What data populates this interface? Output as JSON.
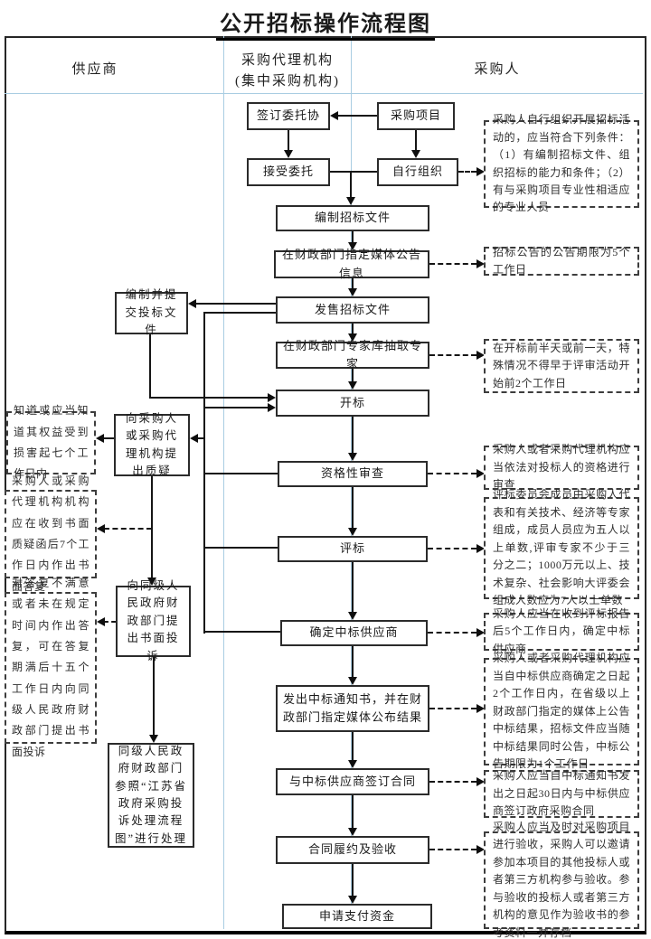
{
  "title": "公开招标操作流程图",
  "columns": {
    "supplier": "供应商",
    "agency_line1": "采购代理机构",
    "agency_line2": "(集中采购机构)",
    "purchaser": "采购人"
  },
  "flow": {
    "sign_agreement": "签订委托协",
    "project": "采购项目",
    "accept_entrust": "接受委托",
    "self_organize": "自行组织",
    "prepare_docs": "编制招标文件",
    "announce_media": "在财政部门指定媒体公告信息",
    "sell_docs": "发售招标文件",
    "draw_experts": "在财政部门专家库抽取专家",
    "open_bid": "开标",
    "qualification_review": "资格性审查",
    "evaluation": "评标",
    "determine_winner": "确定中标供应商",
    "issue_notice": "发出中标通知书，并在财政部门指定媒体公布结果",
    "sign_contract": "与中标供应商签订合同",
    "performance_acceptance": "合同履约及验收",
    "apply_payment": "申请支付资金"
  },
  "supplier_flow": {
    "bid_docs": "编制并提交投标文件",
    "raise_query": "向采购人或采购代理机构提出质疑",
    "written_complaint": "向同级人民政府财政部门提出书面投诉",
    "handle_complaint": "同级人民政府财政部门参照“江苏省政府采购投诉处理流程图”进行处理"
  },
  "left_notes": [
    "知道或应当知道其权益受到损害起七个工作日内",
    "采购人或采购代理机构机构应在收到书面质疑函后7个工作日内作出书面答复",
    "对答复不满意或者未在规定时间内作出答复，可在答复期满后十五个工作日内向同级人民政府财政部门提出书面投诉"
  ],
  "right_notes": [
    "采购人自行组织开展招标活动的，应当符合下列条件：（1）有编制招标文件、组织招标的能力和条件；（2）有与采购项目专业性相适应的专业人员",
    "招标公告的公告期限为5个工作日",
    "在开标前半天或前一天，特殊情况不得早于评审活动开始前2个工作日",
    "采购人或者采购代理机构应当依法对投标人的资格进行审查",
    "评标委员会成员由采购人代表和有关技术、经济等专家组成，成员人员应为五人以上单数,评审专家不少于三分之二；1000万元以上、技术复杂、社会影响大评委会组成人数应为7人以上单数",
    "采购人应当在收到评标报告后5个工作日内，确定中标供应商",
    "采购人或者采购代理机构应当自中标供应商确定之日起2个工作日内，在省级以上财政部门指定的媒体上公告中标结果，招标文件应当随中标结果同时公告，中标公告期限为1个工作日",
    "采购人应当自中标通知书发出之日起30日内与中标供应商签订政府采购合同",
    "采购人应当及时对采购项目进行验收，采购人可以邀请参加本项目的其他投标人或者第三方机构参与验收。参与验收的投标人或者第三方机构的意见作为验收书的参考资料一并存档"
  ]
}
